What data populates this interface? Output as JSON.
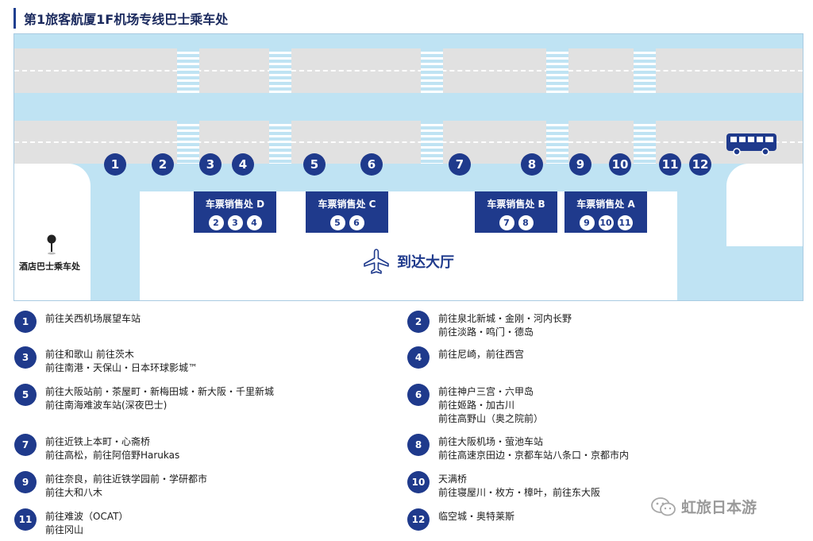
{
  "title": "第1旅客航厦1F机场专线巴士乘车处",
  "stops": [
    "1",
    "2",
    "3",
    "4",
    "5",
    "6",
    "7",
    "8",
    "9",
    "10",
    "11",
    "12"
  ],
  "ticket_offices": [
    {
      "label": "车票销售处 D",
      "nums": [
        "2",
        "3",
        "4"
      ]
    },
    {
      "label": "车票销售处 C",
      "nums": [
        "5",
        "6"
      ]
    },
    {
      "label": "车票销售处 B",
      "nums": [
        "7",
        "8"
      ]
    },
    {
      "label": "车票销售处 A",
      "nums": [
        "9",
        "10",
        "11"
      ]
    }
  ],
  "arrival_hall": "到达大厅",
  "hotel_bus": "酒店巴士乘车处",
  "legend": [
    {
      "num": "1",
      "lines": [
        "前往关西机场展望车站"
      ]
    },
    {
      "num": "2",
      "lines": [
        "前往泉北新城・金刚・河内长野",
        "前往淡路・鸣门・德岛"
      ]
    },
    {
      "num": "3",
      "lines": [
        "前往和歌山 前往茨木",
        "前往南港・天保山・日本环球影城™"
      ]
    },
    {
      "num": "4",
      "lines": [
        "前往尼崎，前往西宫"
      ]
    },
    {
      "num": "5",
      "lines": [
        "前往大阪站前・茶屋町・新梅田城・新大阪・千里新城",
        "前往南海难波车站(深夜巴士)"
      ]
    },
    {
      "num": "6",
      "lines": [
        "前往神户三宫・六甲岛",
        "前往姬路・加古川",
        "前往高野山（奥之院前）"
      ]
    },
    {
      "num": "7",
      "lines": [
        "前往近铁上本町・心斋桥",
        "前往高松，前往阿倍野Harukas"
      ]
    },
    {
      "num": "8",
      "lines": [
        "前往大阪机场・萤池车站",
        "前往高速京田边・京都车站八条口・京都市内"
      ]
    },
    {
      "num": "9",
      "lines": [
        "前往奈良，前往近铁学园前・学研都市",
        "前往大和八木"
      ]
    },
    {
      "num": "10",
      "lines": [
        "天满桥",
        "前往寝屋川・枚方・樟叶，前往东大阪"
      ]
    },
    {
      "num": "11",
      "lines": [
        "前往难波（OCAT）",
        "前往冈山"
      ]
    },
    {
      "num": "12",
      "lines": [
        "临空城・奥特莱斯"
      ]
    }
  ],
  "watermark": "虹旅日本游",
  "colors": {
    "primary": "#1f3a8c",
    "sidewalk": "#bfe3f3",
    "road": "#e1e1e1"
  },
  "icons": [
    "airplane-icon",
    "bus-icon",
    "location-pin-icon",
    "wechat-icon"
  ]
}
